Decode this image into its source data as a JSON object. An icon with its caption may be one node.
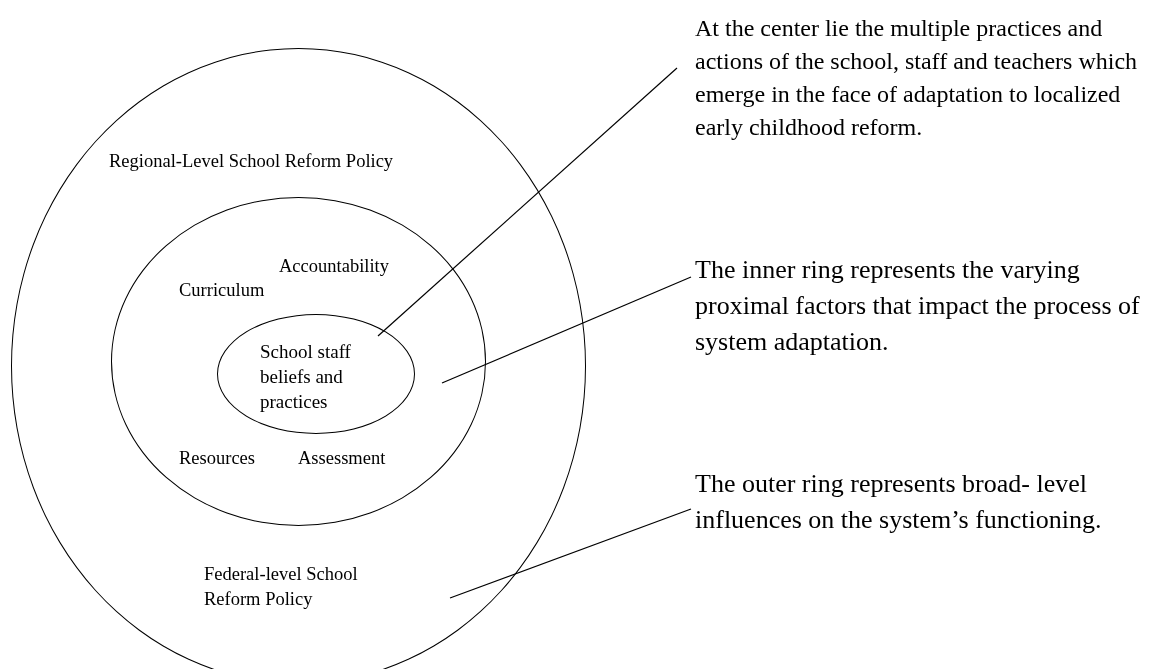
{
  "diagram": {
    "nodes": [
      {
        "text": [
          "Regional-Level School Reform Policy",
          "Federal-level School Reform Policy"
        ]
      },
      {
        "text": [
          "Accountability",
          "Curriculum",
          "Resources",
          "Assessment"
        ],
        "in": 0
      },
      {
        "text": [
          "School staff beliefs and practices"
        ],
        "in": 1
      },
      {
        "text": [
          "At the center lie the multiple practices and actions of the school, staff and teachers which emerge in the face of adaptation to localized early childhood reform."
        ]
      },
      {
        "text": [
          "The inner ring represents the varying proximal factors that impact the process of system adaptation."
        ]
      },
      {
        "text": [
          "The outer ring represents broad- level influences on the system’s functioning."
        ]
      }
    ],
    "edges": [
      {
        "from": 3,
        "to": 2,
        "arrow": "none"
      },
      {
        "from": 4,
        "to": 1,
        "arrow": "none"
      },
      {
        "from": 5,
        "to": 0,
        "arrow": "none"
      }
    ]
  }
}
